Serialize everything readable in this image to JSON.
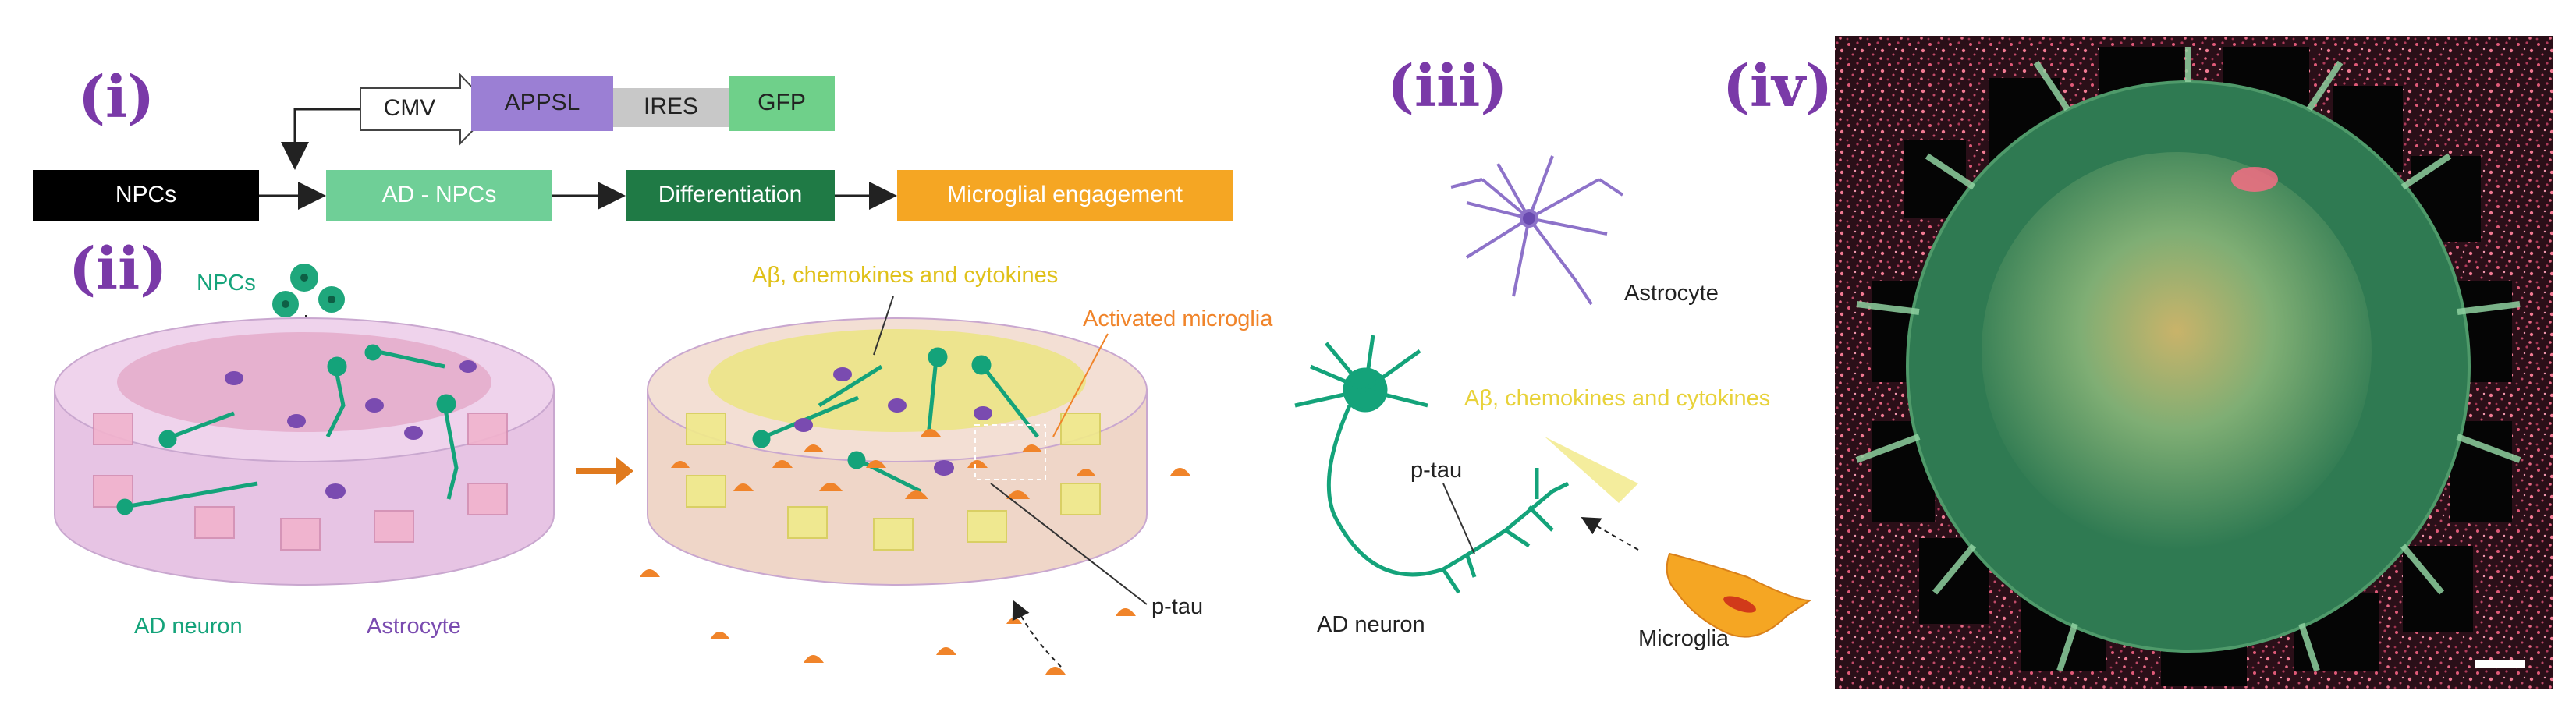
{
  "panel_labels": {
    "i": "(i)",
    "ii": "(ii)",
    "iii": "(iii)",
    "iv": "(iv)"
  },
  "construct": {
    "promoter": "CMV",
    "gene1": "APPSL",
    "linker": "IRES",
    "reporter": "GFP"
  },
  "workflow": [
    "NPCs",
    "AD - NPCs",
    "Differentiation",
    "Microglial engagement"
  ],
  "panel_ii": {
    "npcs_label": "NPCs",
    "ad_neuron_label": "AD neuron",
    "astrocyte_label": "Astrocyte",
    "factors_label": "Aβ, chemokines and cytokines",
    "activated_microglia_label": "Activated microglia",
    "ptau_label": "p-tau"
  },
  "panel_iii": {
    "astrocyte_label": "Astrocyte",
    "factors_label": "Aβ, chemokines and cytokines",
    "ptau_label": "p-tau",
    "ad_neuron_label": "AD neuron",
    "microglia_label": "Microglia"
  },
  "colors": {
    "label_purple": "#7a3aa8",
    "npcs_box": "#000000",
    "ad_npcs_box": "#6fcf97",
    "differentiation_box": "#1f7a45",
    "microglial_box": "#f5a623",
    "appsl_box": "#9b7fd4",
    "ires_box": "#c8c8c8",
    "gfp_box": "#6fd08a",
    "neuron_green": "#14a37a",
    "astrocyte_purple": "#7a4bb0",
    "microglia_orange": "#f0842a",
    "factor_yellow": "#e8d23a"
  },
  "icons": [
    "arrow-icon",
    "neuron-icon",
    "astrocyte-icon",
    "microglia-icon",
    "scale-bar-icon"
  ]
}
